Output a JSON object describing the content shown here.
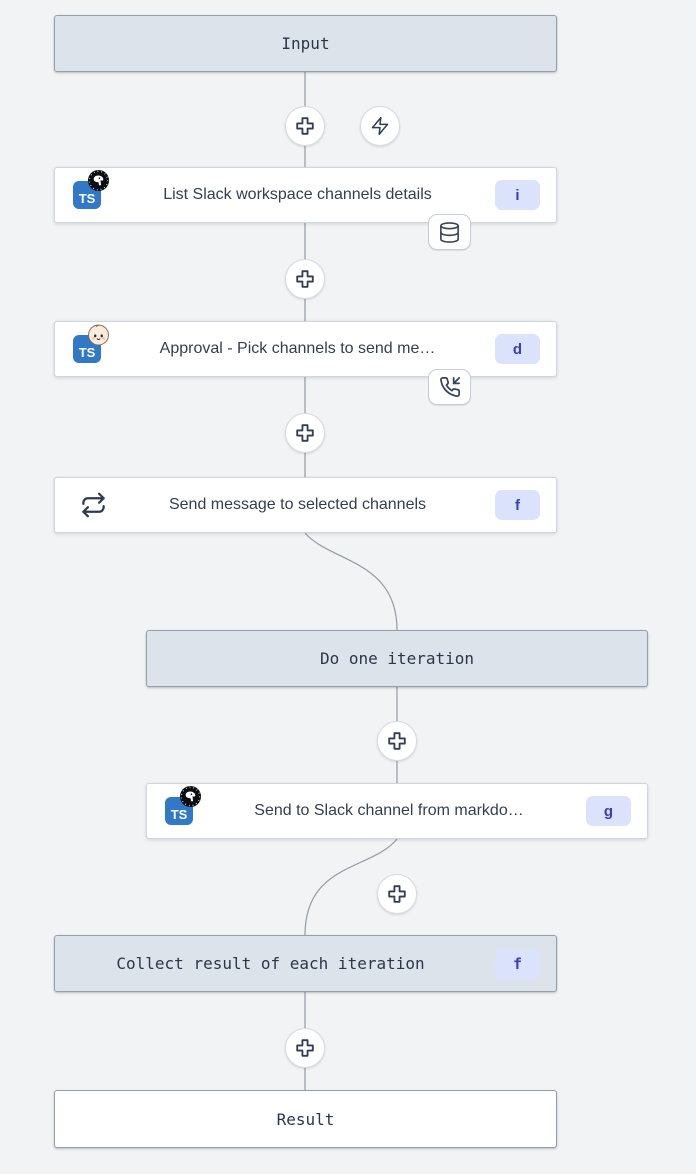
{
  "colors": {
    "background": "#f1f3f5",
    "header_box_bg": "#dde3eb",
    "header_box_border": "#949faa",
    "node_bg": "#ffffff",
    "node_border": "#d2d6dc",
    "text_dark": "#2b3648",
    "badge_bg": "#dbe2fb",
    "badge_text": "#3b3eb5",
    "connector": "#9aa1a9",
    "typescript_blue": "#3178c6"
  },
  "flow": {
    "input_label": "Input",
    "result_label": "Result",
    "iteration_label": "Do one iteration",
    "collect_label": "Collect result of each iteration",
    "collect_badge": "f",
    "steps": [
      {
        "title": "List Slack workspace channels details",
        "badge": "i",
        "language": "typescript-deno",
        "indicator": "cache-database"
      },
      {
        "title": "Approval - Pick channels to send me…",
        "badge": "d",
        "language": "typescript-bun",
        "indicator": "suspend-phone-incoming"
      },
      {
        "title": "Send message to selected channels",
        "badge": "f",
        "kind": "forloop"
      },
      {
        "title": "Send to Slack channel from markdo…",
        "badge": "g",
        "language": "typescript-deno"
      }
    ]
  },
  "icons": {
    "ts_label": "TS"
  }
}
